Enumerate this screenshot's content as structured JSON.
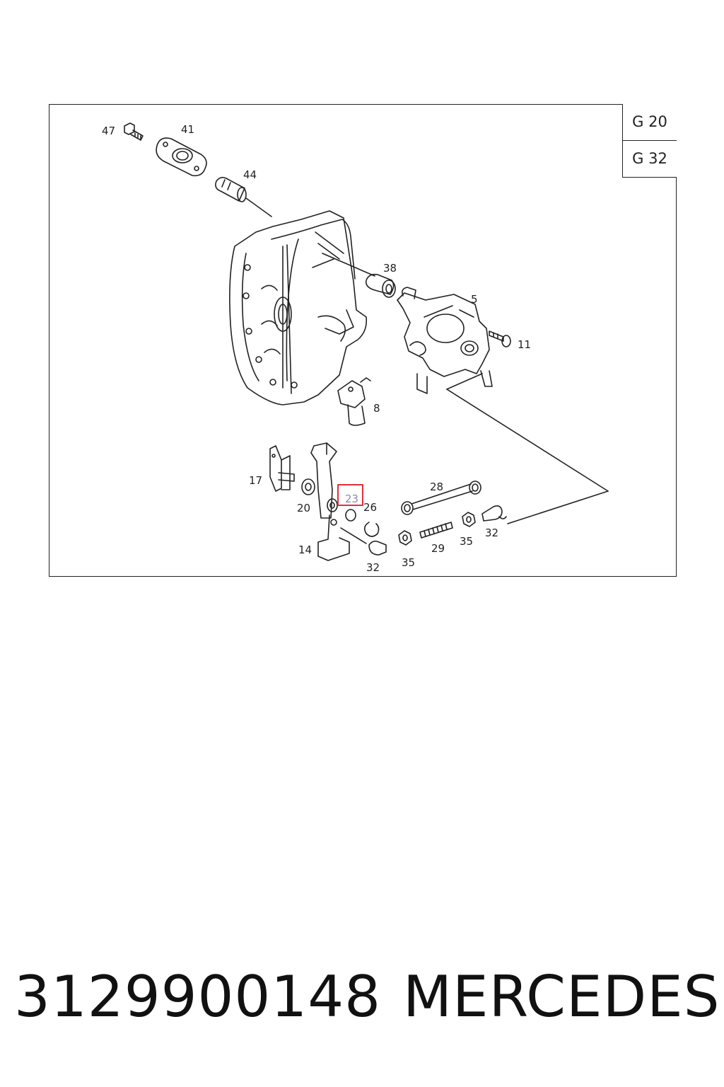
{
  "diagram": {
    "groups": [
      "G 20",
      "G 32"
    ],
    "callouts": {
      "c47": "47",
      "c41": "41",
      "c44": "44",
      "c38": "38",
      "c5": "5",
      "c11": "11",
      "c8": "8",
      "c17": "17",
      "c20": "20",
      "c14": "14",
      "c23": "23",
      "c26": "26",
      "c28": "28",
      "c32a": "32",
      "c32b": "32",
      "c35a": "35",
      "c35b": "35",
      "c29": "29"
    },
    "highlighted": "23",
    "highlight_color": "#e0303a"
  },
  "footer": {
    "part_number": "3129900148",
    "brand": "MERCEDES"
  }
}
